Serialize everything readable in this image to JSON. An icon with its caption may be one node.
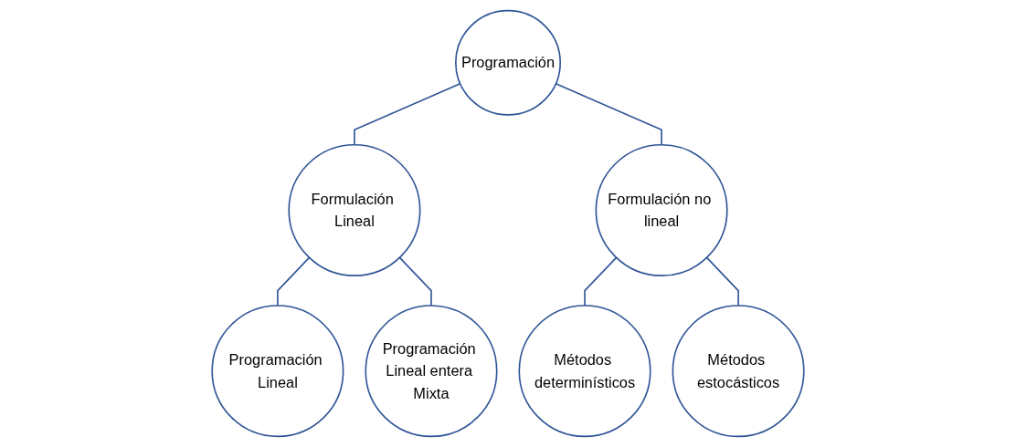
{
  "diagram": {
    "nodes": [
      {
        "text": [
          "Programación"
        ]
      },
      {
        "text": [
          "Formulación Lineal"
        ]
      },
      {
        "text": [
          "Formulación no lineal"
        ]
      },
      {
        "text": [
          "Programación Lineal"
        ]
      },
      {
        "text": [
          "Programación Lineal entera Mixta"
        ]
      },
      {
        "text": [
          "Métodos determinísticos"
        ]
      },
      {
        "text": [
          "Métodos estocásticos"
        ]
      }
    ],
    "edges": [
      {
        "from": 0,
        "to": 1,
        "arrow": "none"
      },
      {
        "from": 0,
        "to": 2,
        "arrow": "none"
      },
      {
        "from": 1,
        "to": 3,
        "arrow": "none"
      },
      {
        "from": 1,
        "to": 4,
        "arrow": "none"
      },
      {
        "from": 2,
        "to": 5,
        "arrow": "none"
      },
      {
        "from": 2,
        "to": 6,
        "arrow": "none"
      }
    ]
  }
}
